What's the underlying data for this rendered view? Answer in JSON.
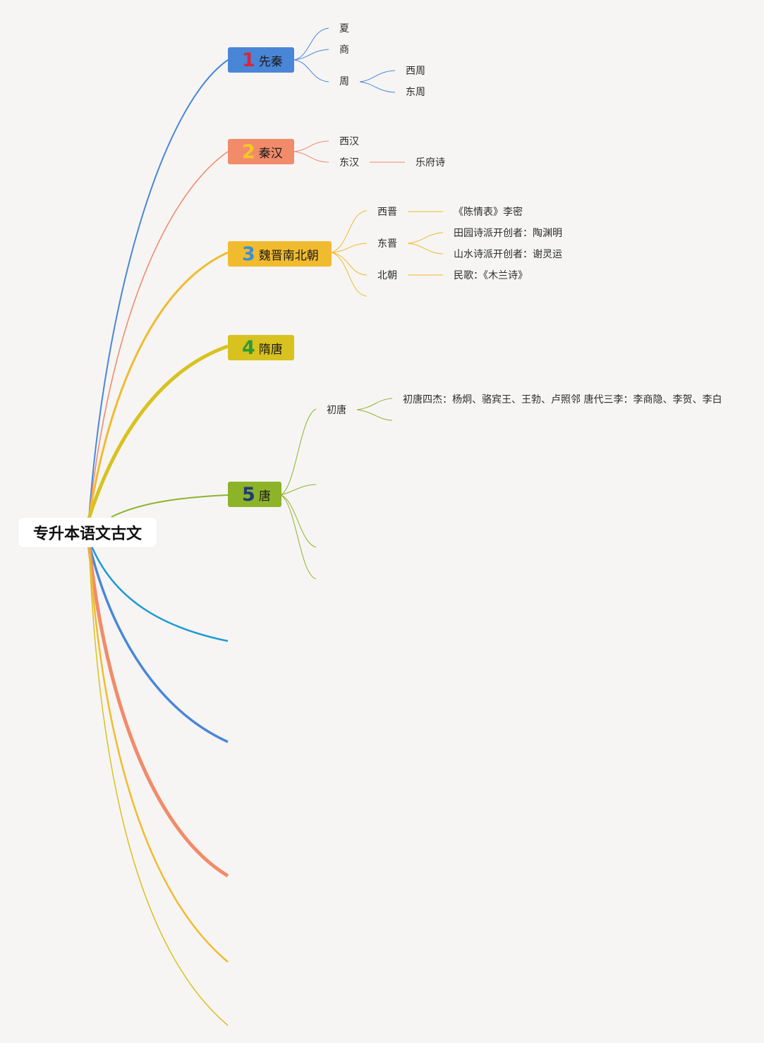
{
  "root": {
    "label": "专升本语文古文"
  },
  "topics": [
    {
      "num": "1",
      "label": "先秦",
      "box_color": "#4a86d8",
      "num_color": "#d8263e",
      "children": [
        "夏",
        "商",
        "周"
      ],
      "grandchildren": [
        "西周",
        "东周"
      ]
    },
    {
      "num": "2",
      "label": "秦汉",
      "box_color": "#f28b6a",
      "num_color": "#f5c826",
      "children": [
        "西汉",
        "东汉"
      ],
      "grandchildren": [
        "乐府诗"
      ]
    },
    {
      "num": "3",
      "label": "魏晋南北朝",
      "box_color": "#f1bb2f",
      "num_color": "#3b8fd6",
      "children": [
        "西晋",
        "东晋",
        "北朝"
      ],
      "grandchildren": [
        "《陈情表》李密",
        "田园诗派开创者：陶渊明",
        "山水诗派开创者：谢灵运",
        "民歌：《木兰诗》"
      ]
    },
    {
      "num": "4",
      "label": "隋唐",
      "box_color": "#d8c21f",
      "num_color": "#2e9a37",
      "children": [],
      "grandchildren": []
    },
    {
      "num": "5",
      "label": "唐",
      "box_color": "#8db329",
      "num_color": "#1f3a78",
      "children": [
        "初唐"
      ],
      "grandchildren": [
        "初唐四杰：杨炯、骆宾王、王勃、卢照邻 唐代三李：李商隐、李贺、李白"
      ]
    }
  ],
  "colors": {
    "blue": "#4a86d8",
    "salmon": "#f28b6a",
    "orange": "#f1bb2f",
    "mustard": "#d8c21f",
    "green": "#8db329",
    "cyan": "#1c9ad6"
  }
}
